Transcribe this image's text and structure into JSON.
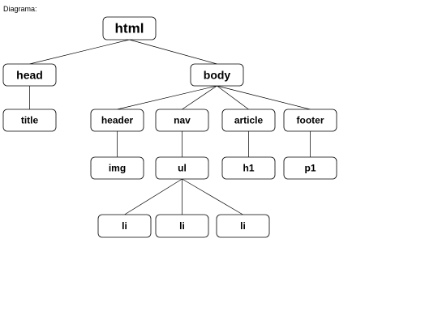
{
  "caption": "Diagrama:",
  "nodes": {
    "html": "html",
    "head": "head",
    "body": "body",
    "title": "title",
    "header": "header",
    "nav": "nav",
    "article": "article",
    "footer": "footer",
    "img": "img",
    "ul": "ul",
    "h1": "h1",
    "p1": "p1",
    "li_1": "li",
    "li_2": "li",
    "li_3": "li"
  },
  "edges": [
    [
      "html",
      "head"
    ],
    [
      "html",
      "body"
    ],
    [
      "head",
      "title"
    ],
    [
      "body",
      "header"
    ],
    [
      "body",
      "nav"
    ],
    [
      "body",
      "article"
    ],
    [
      "body",
      "footer"
    ],
    [
      "header",
      "img"
    ],
    [
      "nav",
      "ul"
    ],
    [
      "article",
      "h1"
    ],
    [
      "footer",
      "p1"
    ],
    [
      "ul",
      "li_1"
    ],
    [
      "ul",
      "li_2"
    ],
    [
      "ul",
      "li_3"
    ]
  ],
  "colors": {
    "stroke": "#000000",
    "fill": "#ffffff",
    "text": "#000000"
  }
}
